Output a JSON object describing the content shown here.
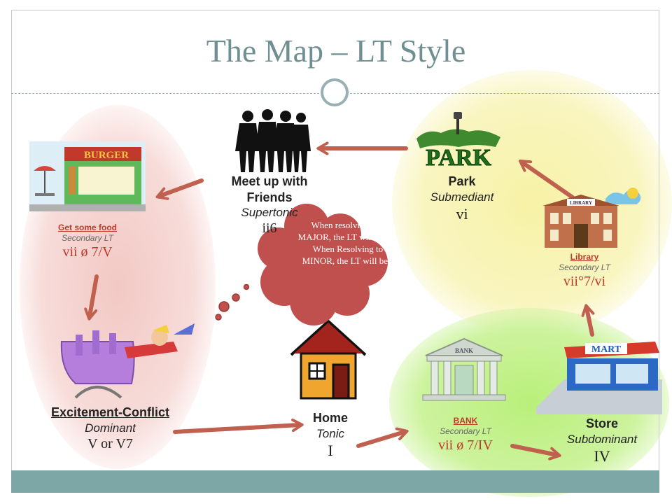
{
  "title": "The Map – LT Style",
  "nodes": {
    "meet": {
      "name": "Meet up with Friends",
      "role": "Supertonic",
      "chord": "ii6"
    },
    "park": {
      "name": "Park",
      "role": "Submediant",
      "chord": "vi"
    },
    "food": {
      "name": "Get some food",
      "role": "Secondary LT",
      "chord": "vii ø 7/V"
    },
    "library": {
      "name": "Library",
      "role": "Secondary LT",
      "chord": "vii°7/vi"
    },
    "excitement": {
      "name": "Excitement-Conflict",
      "role": "Dominant",
      "chord": "V or V7"
    },
    "home": {
      "name": "Home",
      "role": "Tonic",
      "chord": "I"
    },
    "bank": {
      "name": "BANK",
      "role": "Secondary LT",
      "chord": "vii ø 7/IV"
    },
    "store": {
      "name": "Store",
      "role": "Subdominant",
      "chord": "IV"
    }
  },
  "thought": "When resolving to a MAJOR, the LT will be ø – When Resolving to MINOR, the LT will be °",
  "signs": {
    "burger": "BURGER",
    "park": "PARK",
    "library": "LIBRARY",
    "bank": "BANK",
    "mart": "MART"
  },
  "colors": {
    "arrow": "#c0604f",
    "thought": "#c0504d",
    "title": "#6f8f92",
    "footer": "#7da6a6"
  }
}
